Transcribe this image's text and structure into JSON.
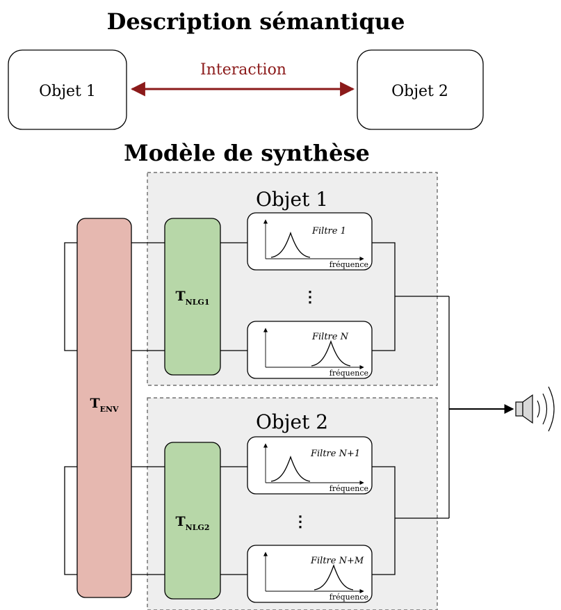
{
  "semantic": {
    "title": "Description sémantique",
    "object1": "Objet 1",
    "object2": "Objet 2",
    "interaction": "Interaction",
    "interaction_color": "#8b1a1a"
  },
  "synthesis": {
    "title": "Modèle de synthèse",
    "t_env": {
      "main": "T",
      "sub": "ENV",
      "color": "#e6b8b0"
    },
    "groups": [
      {
        "label": "Objet 1",
        "t_nlg": {
          "main": "T",
          "sub": "NLG1",
          "color": "#b7d7a8"
        },
        "dots": "⋮",
        "filters": [
          {
            "name": "Filtre 1",
            "axis": "fréquence"
          },
          {
            "name": "Filtre N",
            "axis": "fréquence"
          }
        ]
      },
      {
        "label": "Objet 2",
        "t_nlg": {
          "main": "T",
          "sub": "NLG2",
          "color": "#b7d7a8"
        },
        "dots": "⋮",
        "filters": [
          {
            "name": "Filtre N+1",
            "axis": "fréquence"
          },
          {
            "name": "Filtre N+M",
            "axis": "fréquence"
          }
        ]
      }
    ],
    "output_icon": "speaker-icon"
  }
}
